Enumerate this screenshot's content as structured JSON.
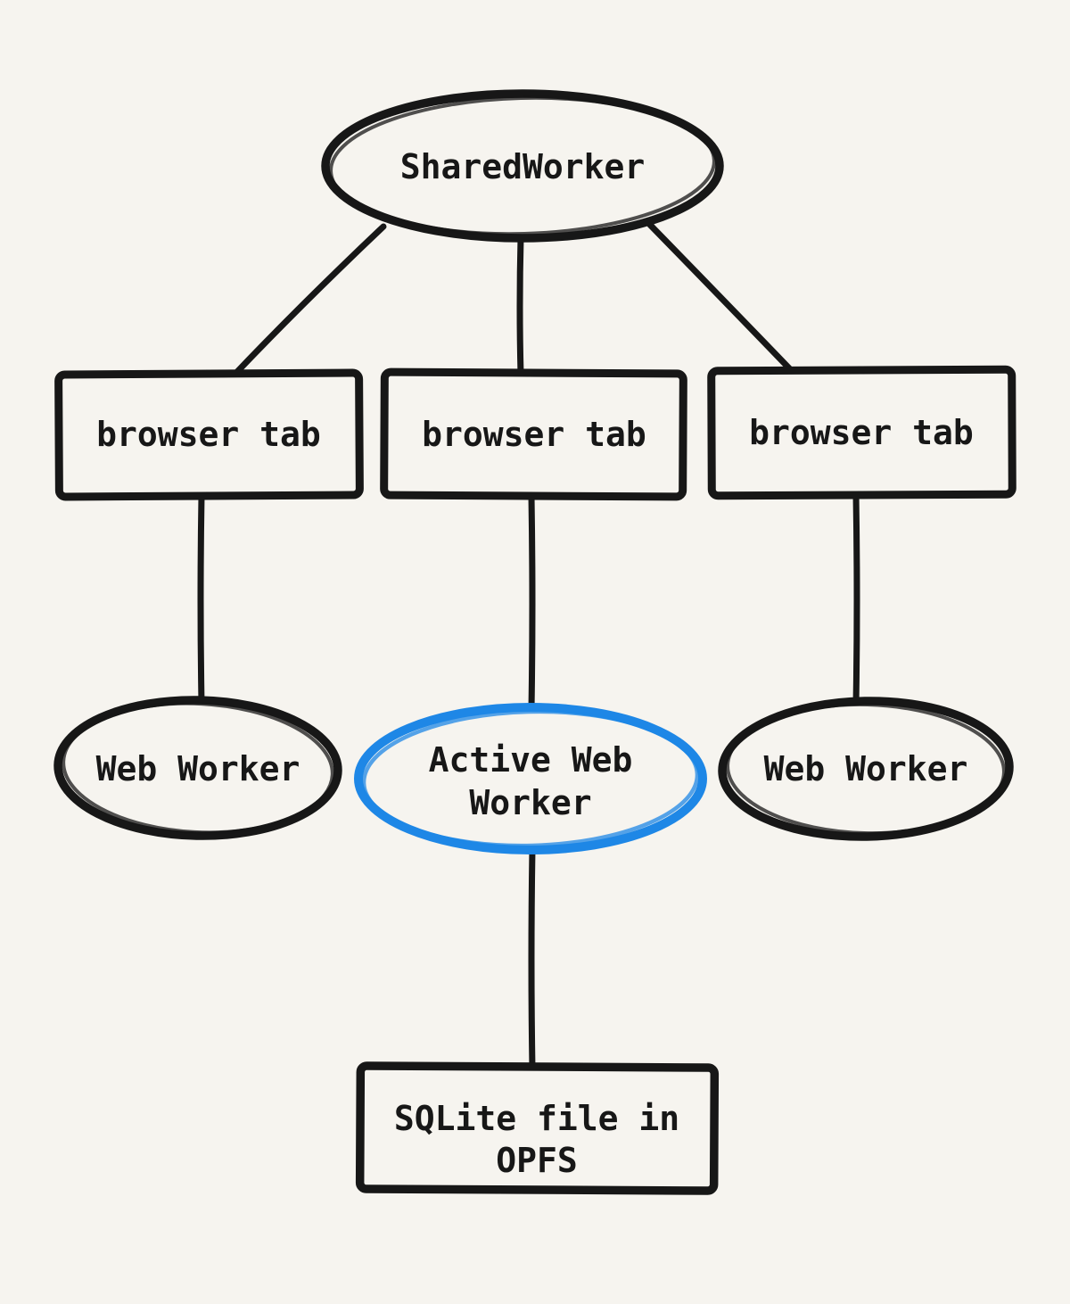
{
  "canvas": {
    "background": "#f6f4ef"
  },
  "colors": {
    "ink": "#171717",
    "accent": "#1e87e6"
  },
  "diagram": {
    "shared_worker": {
      "label": "SharedWorker"
    },
    "browser_tabs": [
      {
        "label": "browser tab"
      },
      {
        "label": "browser tab"
      },
      {
        "label": "browser tab"
      }
    ],
    "web_worker_left": {
      "label": "Web Worker"
    },
    "active_web_worker": {
      "line1": "Active Web",
      "line2": "Worker"
    },
    "web_worker_right": {
      "label": "Web Worker"
    },
    "sqlite_file": {
      "line1": "SQLite file in",
      "line2": "OPFS"
    }
  }
}
